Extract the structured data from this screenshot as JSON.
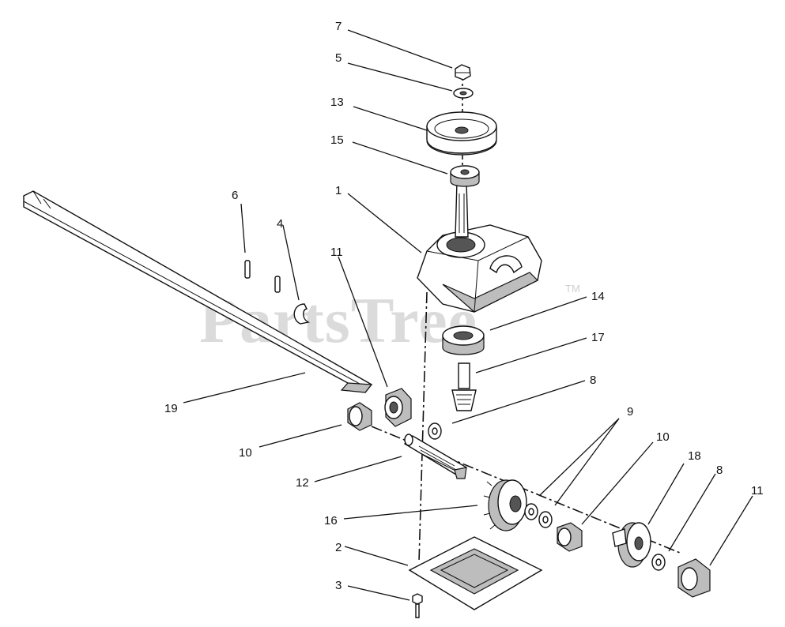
{
  "watermark": {
    "text": "PartsTree",
    "trademark": "TM"
  },
  "callouts": [
    "7",
    "5",
    "13",
    "15",
    "1",
    "6",
    "4",
    "11",
    "14",
    "17",
    "8",
    "19",
    "9",
    "10",
    "10",
    "18",
    "8",
    "11",
    "12",
    "16",
    "2",
    "3"
  ],
  "colors": {
    "ink": "#111111",
    "shade": "#bdbdbd",
    "watermark": "#cfcfcf"
  }
}
